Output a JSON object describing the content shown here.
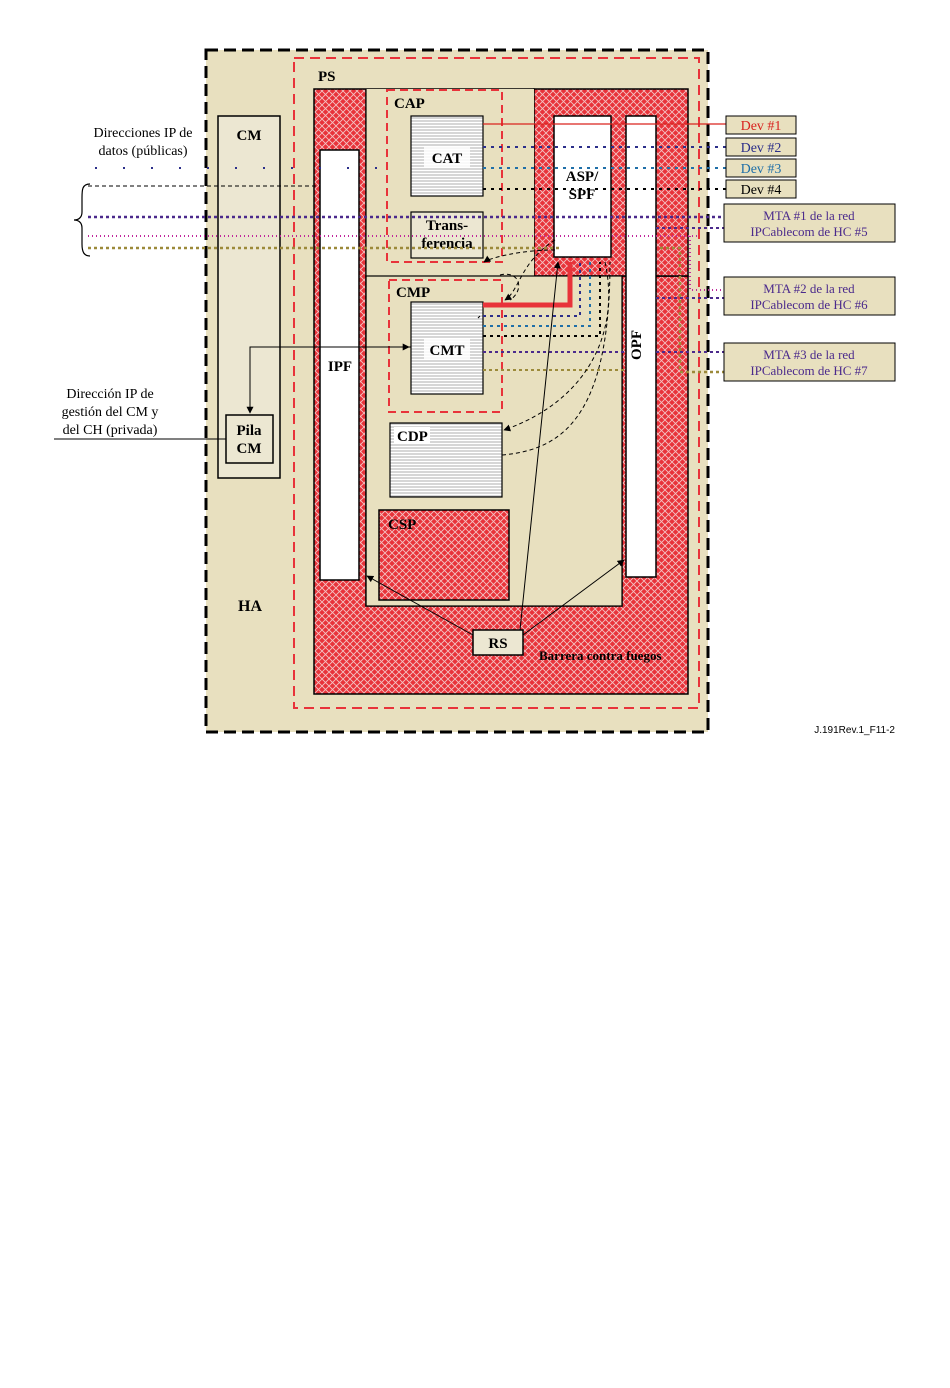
{
  "labels": {
    "ha": "HA",
    "ps": "PS",
    "cm": "CM",
    "pila": "Pila",
    "pila_cm": "CM",
    "ipf": "IPF",
    "cap": "CAP",
    "cat": "CAT",
    "trans1": "Trans-",
    "trans2": "ferencia",
    "cmp": "CMP",
    "cmt": "CMT",
    "cdp": "CDP",
    "csp": "CSP",
    "asp1": "ASP/",
    "asp2": "SPF",
    "opf": "OPF",
    "rs": "RS",
    "firewall": "Barrera contra fuegos"
  },
  "left_text": {
    "public_ip_1": "Direcciones IP de",
    "public_ip_2": "datos (públicas)",
    "mgmt_1": "Dirección IP de",
    "mgmt_2": "gestión del CM y",
    "mgmt_3": "del CH (privada)"
  },
  "devices": [
    "Dev #1",
    "Dev #2",
    "Dev #3",
    "Dev #4"
  ],
  "mta": [
    {
      "line1": "MTA #1 de la red",
      "line2": "IPCablecom de HC #5"
    },
    {
      "line1": "MTA #2 de la red",
      "line2": "IPCablecom de HC #6"
    },
    {
      "line1": "MTA #3 de la red",
      "line2": "IPCablecom de HC #7"
    }
  ],
  "figure_code": "J.191Rev.1_F11-2",
  "colors": {
    "beige": "#e8e0bf",
    "red": "#e8333a",
    "dev1": "#d9231f",
    "dev2": "#2c2f8a",
    "dev3": "#1f6fa8",
    "dev4": "#000000",
    "mta": "#4b2a8c",
    "magenta": "#c0279b",
    "olive": "#9c8a3a"
  }
}
